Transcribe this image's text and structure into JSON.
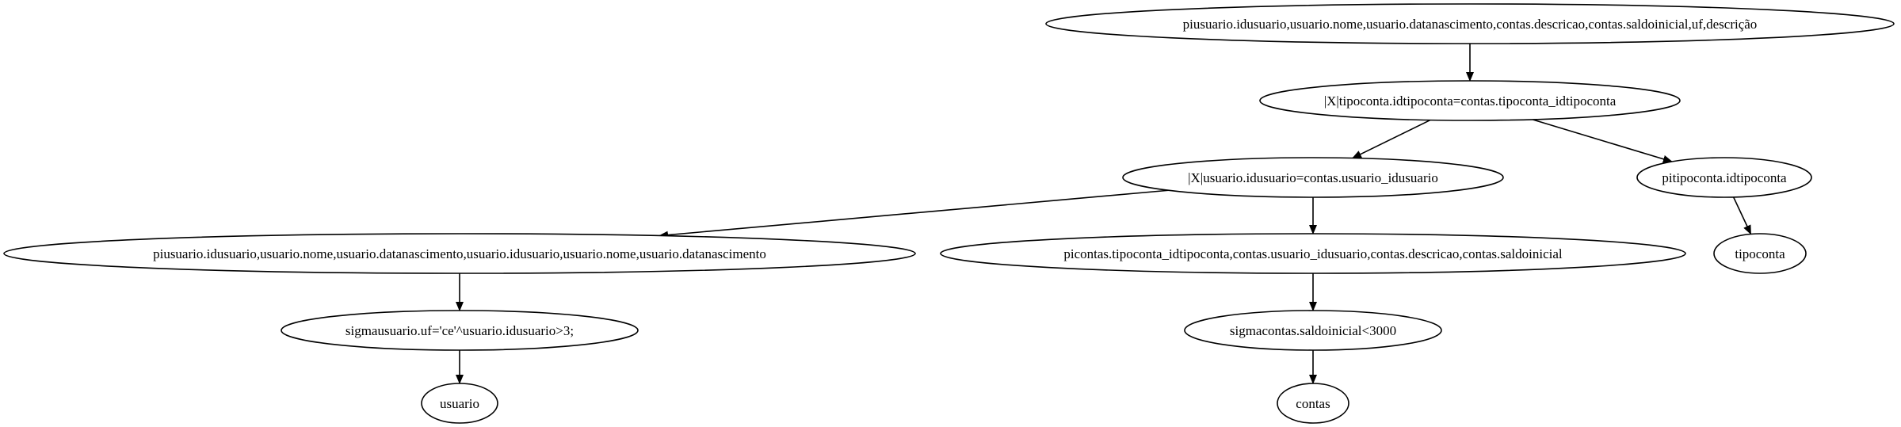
{
  "diagram": {
    "type": "directed-tree",
    "nodes": [
      {
        "id": "n_root",
        "label": "piusuario.idusuario,usuario.nome,usuario.datanascimento,contas.descricao,contas.saldoinicial,uf,descrição"
      },
      {
        "id": "n_join_tipo",
        "label": "|X|tipoconta.idtipoconta=contas.tipoconta_idtipoconta"
      },
      {
        "id": "n_join_usuario",
        "label": "|X|usuario.idusuario=contas.usuario_idusuario"
      },
      {
        "id": "n_pi_tipoconta",
        "label": "pitipoconta.idtipoconta"
      },
      {
        "id": "n_pi_usuario",
        "label": "piusuario.idusuario,usuario.nome,usuario.datanascimento,usuario.idusuario,usuario.nome,usuario.datanascimento"
      },
      {
        "id": "n_pi_contas",
        "label": "picontas.tipoconta_idtipoconta,contas.usuario_idusuario,contas.descricao,contas.saldoinicial"
      },
      {
        "id": "n_tipoconta",
        "label": "tipoconta"
      },
      {
        "id": "n_sigma_usuario",
        "label": "sigmausuario.uf='ce'^usuario.idusuario>3;"
      },
      {
        "id": "n_sigma_contas",
        "label": "sigmacontas.saldoinicial<3000"
      },
      {
        "id": "n_usuario",
        "label": "usuario"
      },
      {
        "id": "n_contas",
        "label": "contas"
      }
    ],
    "edges": [
      {
        "from": "n_root",
        "to": "n_join_tipo"
      },
      {
        "from": "n_join_tipo",
        "to": "n_join_usuario"
      },
      {
        "from": "n_join_tipo",
        "to": "n_pi_tipoconta"
      },
      {
        "from": "n_join_usuario",
        "to": "n_pi_usuario"
      },
      {
        "from": "n_join_usuario",
        "to": "n_pi_contas"
      },
      {
        "from": "n_pi_tipoconta",
        "to": "n_tipoconta"
      },
      {
        "from": "n_pi_usuario",
        "to": "n_sigma_usuario"
      },
      {
        "from": "n_pi_contas",
        "to": "n_sigma_contas"
      },
      {
        "from": "n_sigma_usuario",
        "to": "n_usuario"
      },
      {
        "from": "n_sigma_contas",
        "to": "n_contas"
      }
    ]
  }
}
